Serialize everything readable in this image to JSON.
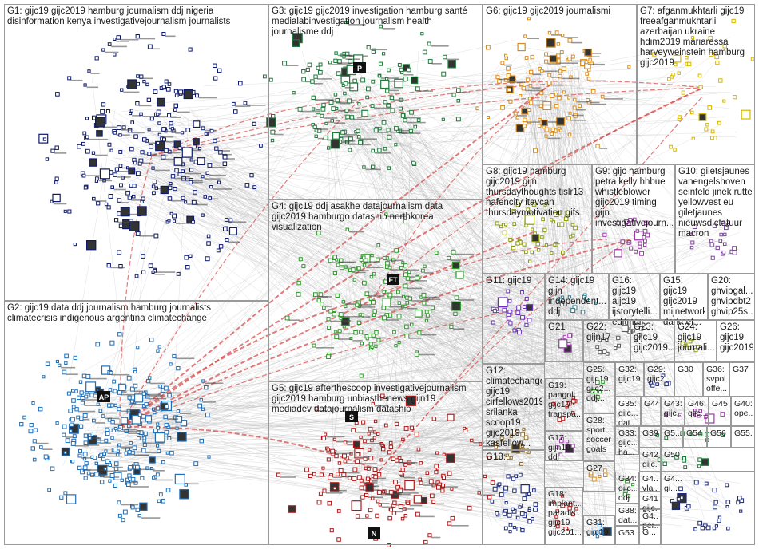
{
  "graph": {
    "colors": {
      "G1": "#0d1a6b",
      "G2": "#1f6fb8",
      "G3": "#1e7a3a",
      "G4": "#2e9a2a",
      "G5": "#b01818",
      "G6": "#d98c1a",
      "G7": "#d6b800",
      "G8": "#8c9a10",
      "G9": "#9b3aa8",
      "G10": "#7a4a9a",
      "G11": "#6a2fbf",
      "G12": "#8a6a2a",
      "G13": "#1c2a78",
      "G14": "#2a7a8a",
      "misc": "#5a5a5a",
      "edge": "#b8b8b8",
      "edge_strong": "#d64545"
    },
    "groups": [
      {
        "id": "G1",
        "label": "G1: gijc19 gijc2019 hamburg journalism ddj nigeria\ndisinformation kenya investigativejournalism journalists"
      },
      {
        "id": "G2",
        "label": "G2: gijc19 data ddj journalism hamburg journalists\nclimatecrisis indigenous argentina climatechange"
      },
      {
        "id": "G3",
        "label": "G3: gijc19 gijc2019 investigation hamburg santé\nmedialabinvestigation journalism health\njournalisme ddj"
      },
      {
        "id": "G4",
        "label": "G4: gijc19 ddj asakhe datajournalism data\ngijc2019 hamburgo dataship northkorea\nvisualization"
      },
      {
        "id": "G5",
        "label": "G5: gijc19 afterthescoop investigativejournalism\ngijc2019 hamburg unbiasthenews gijn19\nmediadev datajournalism dataship"
      },
      {
        "id": "G6",
        "label": "G6: gijc19 gijc2019 journalismi"
      },
      {
        "id": "G7",
        "label": "G7: afganmukhtarli gijc19\nfreeafganmukhtarli\nazerbaijan ukraine\nhdim2019 mariaressa\nharveyweinstein hamburg\ngijc2019"
      },
      {
        "id": "G8",
        "label": "G8: gijc19 hamburg\ngijc2019 gijn\nthursdaythoughts tislr13\nhafencity itavcan\nthursdaymotivation gifs"
      },
      {
        "id": "G9",
        "label": "G9: gijc hamburg\npetra kelly hhbue\nwhistleblower\ngijc2019 timing gijn\ninvestigativejourn..."
      },
      {
        "id": "G10",
        "label": "G10: giletsjaunes\nvanengelshoven\nseinfeld jinek rutte\nyellowvest eu\ngiletjaunes\nnieuwsdictatuur\nmacron"
      },
      {
        "id": "G11",
        "label": "G11: gijc19"
      },
      {
        "id": "G12",
        "label": "G12:\nclimatechange\ngijc19\ncirfellows2019\nsrilanka\nscoop19\ngijc2019\nkasfellow..."
      },
      {
        "id": "G13",
        "label": "G13:"
      },
      {
        "id": "G14",
        "label": "G14: gijc19\ngijn\nindependent...\nddj"
      },
      {
        "id": "G16",
        "label": "G16: gijc19\naijc19\nijstorytelli...\neditingij"
      },
      {
        "id": "G15",
        "label": "G15: gijc19\ngijc2019\nmijnetwork\ndarknet..."
      },
      {
        "id": "G20",
        "label": "G20:\nghvipgal...\nghvipdbt2\nghvip25s..."
      },
      {
        "id": "G21",
        "label": "G21"
      },
      {
        "id": "G22",
        "label": "G22:\ngijn17"
      },
      {
        "id": "G23",
        "label": "G23:\ngijc19\ngijc2019..."
      },
      {
        "id": "G24",
        "label": "G24:\ngijc19\njournali..."
      },
      {
        "id": "G26",
        "label": "G26:\ngijc19\ngijc2019"
      },
      {
        "id": "G19",
        "label": "G19:\npangoli...\ngijc19\ntranspa..."
      },
      {
        "id": "G25",
        "label": "G25:\ngijc19\ngijc2...\nddj..."
      },
      {
        "id": "G32",
        "label": "G32:\ngijc19"
      },
      {
        "id": "G29",
        "label": "G29:\ngijc2..."
      },
      {
        "id": "G30",
        "label": "G30"
      },
      {
        "id": "G36",
        "label": "G36:\nsvpol\noffe..."
      },
      {
        "id": "G37",
        "label": "G37"
      },
      {
        "id": "G28",
        "label": "G28:\nsport...\nsoccer\ngoals"
      },
      {
        "id": "G35",
        "label": "G35:\ngijc...\ndat..."
      },
      {
        "id": "G44",
        "label": "G44"
      },
      {
        "id": "G43",
        "label": "G43:\ngijc..."
      },
      {
        "id": "G46",
        "label": "G46:\ngijc..."
      },
      {
        "id": "G45",
        "label": "G45"
      },
      {
        "id": "G40",
        "label": "G40:\nope..."
      },
      {
        "id": "G17",
        "label": "G17:\ngijn19\nddj"
      },
      {
        "id": "G33",
        "label": "G33:\ngijc...\nha..."
      },
      {
        "id": "G39",
        "label": "G39"
      },
      {
        "id": "G51",
        "label": "G5..."
      },
      {
        "id": "G54",
        "label": "G54"
      },
      {
        "id": "G56",
        "label": "G56"
      },
      {
        "id": "G55",
        "label": "G55..."
      },
      {
        "id": "G27",
        "label": "G27"
      },
      {
        "id": "G42",
        "label": "G42:\ngijc..."
      },
      {
        "id": "G50",
        "label": "G50"
      },
      {
        "id": "G34",
        "label": "G34:\ngijc...\nddj"
      },
      {
        "id": "G47",
        "label": "G4...\nvlaj..."
      },
      {
        "id": "G18",
        "label": "G18:\nimplant...\nparadis...\ngijc19\ngijc201..."
      },
      {
        "id": "G38",
        "label": "G38:\ndat..."
      },
      {
        "id": "G41",
        "label": "G41:\ngijc..."
      },
      {
        "id": "G48",
        "label": "G4...\nper..."
      },
      {
        "id": "G49",
        "label": "G4...\ngi..."
      },
      {
        "id": "G31",
        "label": "G31:\ngijc19"
      },
      {
        "id": "G53",
        "label": "G53"
      },
      {
        "id": "G52",
        "label": "G..."
      }
    ],
    "node_labels": [
      "AP",
      "P",
      "FT",
      "S",
      "N"
    ]
  }
}
